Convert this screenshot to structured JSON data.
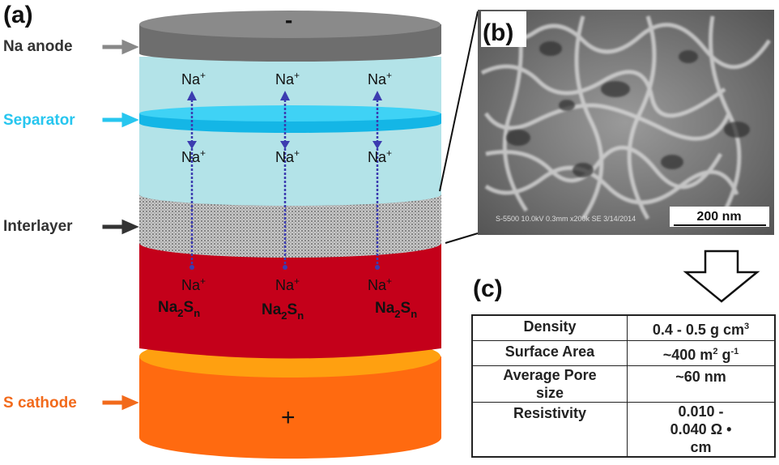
{
  "panels": {
    "a": "(a)",
    "b": "(b)",
    "c": "(c)"
  },
  "labels": {
    "anode": "Na anode",
    "separator": "Separator",
    "interlayer": "Interlayer",
    "cathode": "S cathode"
  },
  "signs": {
    "minus": "-",
    "plus": "+"
  },
  "ions": {
    "na": "Na",
    "charge": "+"
  },
  "polysulfide": {
    "base": "Na",
    "sub1": "2",
    "mid": "S",
    "sub2": "n"
  },
  "colors": {
    "anode": "#6e6e6e",
    "electrolyte": "#b3e3e8",
    "separator": "#27c6ef",
    "interlayer": "#a9a9a9",
    "polysulfide": "#c4001a",
    "cathode": "#ff6a10",
    "cathode_top": "#ffa010",
    "arrow_ion": "#3c3cb0"
  },
  "sem": {
    "caption": "S-5500 10.0kV 0.3mm x200k SE 3/14/2014",
    "scale_bar": "200 nm"
  },
  "properties": {
    "rows": [
      {
        "name": "Density",
        "value": "0.4 - 0.5 g cm",
        "sup": "3",
        "value2": "",
        "sup2": ""
      },
      {
        "name": "Surface Area",
        "value": "~400 m",
        "sup": "2",
        "value2": " g",
        "sup2": "-1"
      },
      {
        "name": "Average Pore size",
        "value": "~60 nm",
        "sup": "",
        "value2": "",
        "sup2": ""
      },
      {
        "name": "Resistivity",
        "value": "0.010 - 0.040 Ω • cm",
        "sup": "",
        "value2": "",
        "sup2": ""
      }
    ]
  }
}
